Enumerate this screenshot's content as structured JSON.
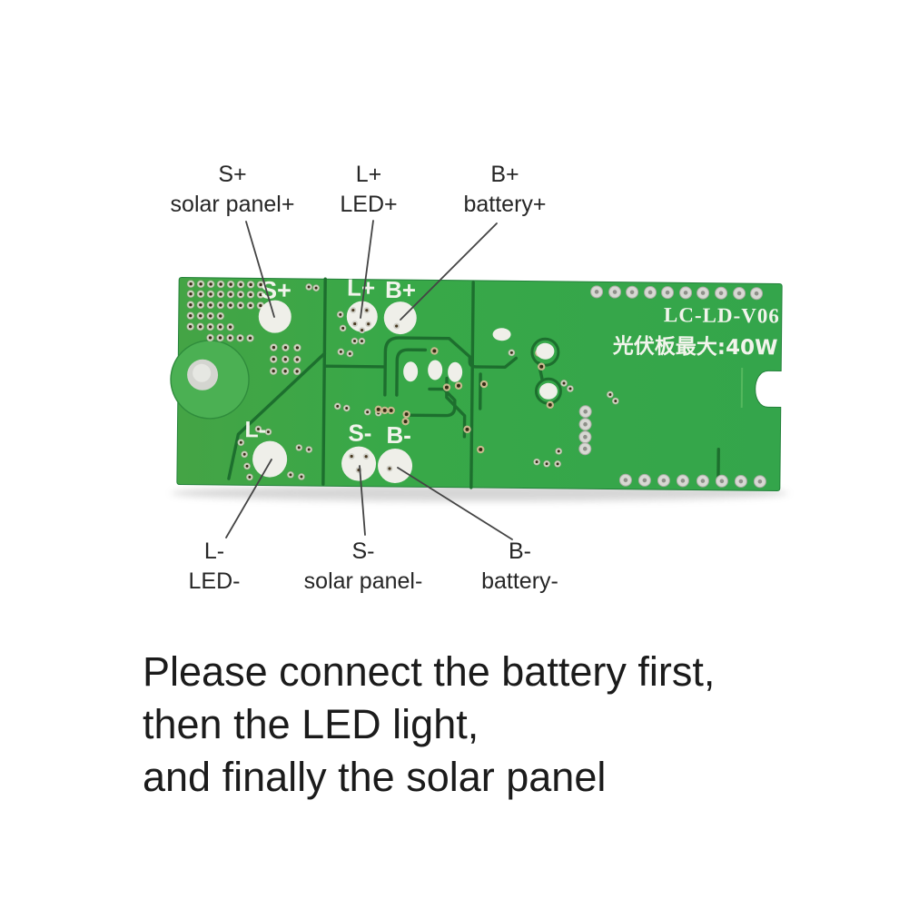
{
  "page": {
    "background": "#ffffff"
  },
  "board": {
    "model_label": "LC-LD-V06",
    "power_label": "光伏板最大:40W",
    "silkscreen": {
      "s_plus": "S+",
      "l_plus": "L+",
      "b_plus": "B+",
      "l_minus": "L-",
      "s_minus": "S-",
      "b_minus": "B-"
    },
    "colors": {
      "base_green": "#3aa748",
      "trace_green": "#1d6f2e",
      "pad_white": "#efefe9",
      "silk_white": "#f2f4ec"
    }
  },
  "labels": {
    "top": [
      {
        "code": "S+",
        "name": "solar panel+"
      },
      {
        "code": "L+",
        "name": "LED+"
      },
      {
        "code": "B+",
        "name": "battery+"
      }
    ],
    "bottom": [
      {
        "code": "L-",
        "name": "LED-"
      },
      {
        "code": "S-",
        "name": "solar panel-"
      },
      {
        "code": "B-",
        "name": "battery-"
      }
    ]
  },
  "instructions": [
    "Please connect the battery first,",
    "then the LED light,",
    "and finally the solar panel"
  ]
}
